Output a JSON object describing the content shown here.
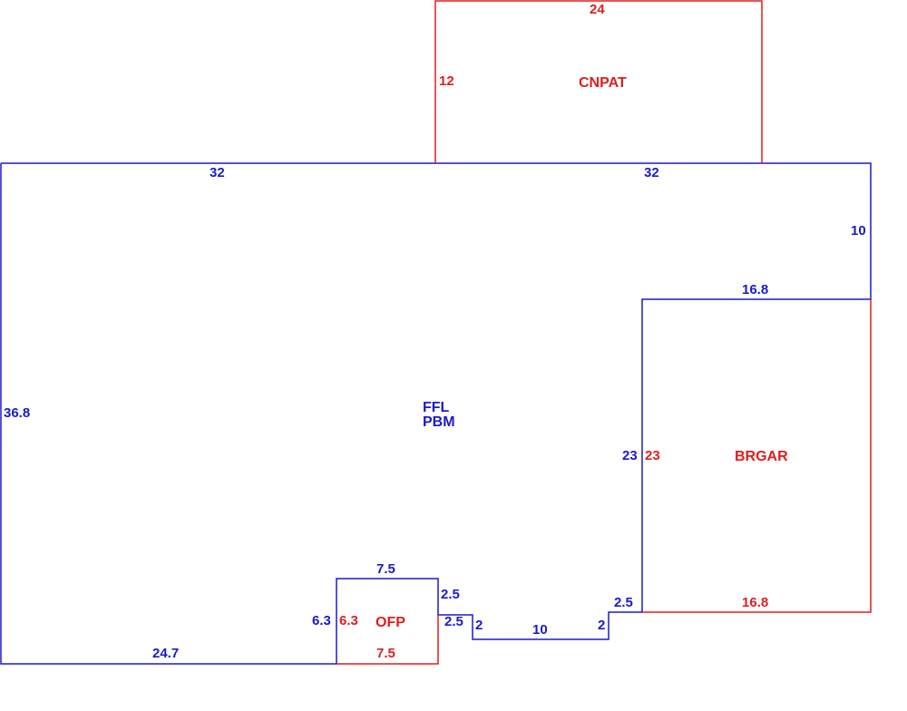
{
  "colors": {
    "living_area": "#1a1acc",
    "addition": "#dd1f1f",
    "background": "#ffffff"
  },
  "areas": {
    "main": {
      "label_line1": "FFL",
      "label_line2": "PBM"
    },
    "patio": {
      "label": "CNPAT"
    },
    "garage": {
      "label": "BRGAR"
    },
    "porch": {
      "label": "OFP"
    }
  },
  "dimensions": {
    "patio_top": "24",
    "patio_left": "12",
    "main_top_left": "32",
    "main_top_right": "32",
    "main_right_upper": "10",
    "garage_top": "16.8",
    "main_left": "36.8",
    "garage_left_outer": "23",
    "garage_left_inner": "23",
    "garage_bottom": "16.8",
    "step_right_vertical": "2.5",
    "porch_top": "7.5",
    "porch_right_upper": "2.5",
    "porch_right_lower": "2.5",
    "notch_left": "2",
    "notch_bottom": "10",
    "notch_right": "2",
    "porch_left_outer": "6.3",
    "porch_left_inner": "6.3",
    "porch_bottom": "7.5",
    "main_bottom": "24.7"
  }
}
